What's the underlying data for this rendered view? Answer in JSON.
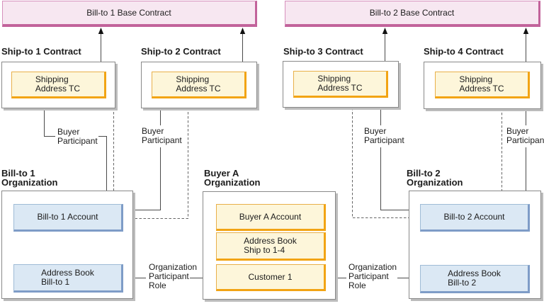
{
  "base_contracts": [
    {
      "label": "Bill-to 1 Base Contract"
    },
    {
      "label": "Bill-to 2 Base Contract"
    }
  ],
  "shipto_contracts": [
    {
      "title": "Ship-to 1 Contract",
      "term_condition": "Shipping\nAddress TC"
    },
    {
      "title": "Ship-to 2 Contract",
      "term_condition": "Shipping\nAddress TC"
    },
    {
      "title": "Ship-to 3 Contract",
      "term_condition": "Shipping\nAddress TC"
    },
    {
      "title": "Ship-to 4 Contract",
      "term_condition": "Shipping\nAddress TC"
    }
  ],
  "organizations": [
    {
      "title": "Bill-to 1\nOrganization",
      "boxes": [
        "Bill-to 1 Account",
        "Address Book\nBill-to 1"
      ]
    },
    {
      "title": "Buyer A\nOrganization",
      "boxes": [
        "Buyer A Account",
        "Address Book\nShip to 1-4",
        "Customer 1"
      ]
    },
    {
      "title": "Bill-to 2\nOrganization",
      "boxes": [
        "Bill-to 2 Account",
        "Address Book\nBill-to 2"
      ]
    }
  ],
  "connector_labels": {
    "buyer_participant": "Buyer\nParticipant",
    "organization_participant_role": "Organization\nParticipant\nRole"
  },
  "colors": {
    "base_contract_fill": "#f7e7f1",
    "base_contract_border": "#c2639b",
    "term_condition_fill": "#fdf6da",
    "term_condition_border": "#f2a414",
    "account_fill": "#dbe8f4",
    "account_border": "#7e9cc7",
    "solid_line": "#4a4a4a",
    "dashed_line": "#666666"
  }
}
